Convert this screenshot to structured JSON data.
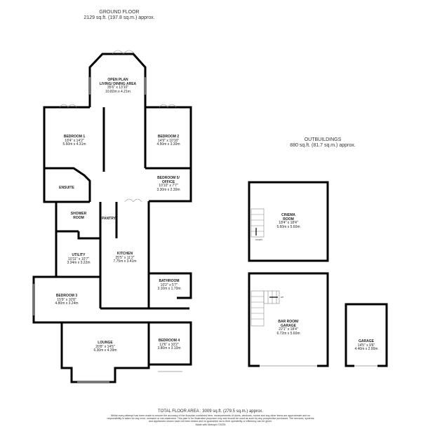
{
  "ground_floor": {
    "title": "GROUND FLOOR",
    "area": "2129 sq.ft. (197.8 sq.m.) approx."
  },
  "outbuildings": {
    "title": "OUTBUILDINGS",
    "area": "880 sq.ft. (81.7 sq.m.) approx."
  },
  "rooms": [
    {
      "name": "OPEN PLAN",
      "name2": "LIVING/ DINING AREA",
      "imperial": "35'6\" x 13'10\"",
      "metric": "10.82m x 4.21m"
    },
    {
      "name": "BEDROOM 1",
      "name2": "",
      "imperial": "18'4\" x 14'2\"",
      "metric": "5.60m x 4.31m"
    },
    {
      "name": "BEDROOM 2",
      "name2": "",
      "imperial": "14'9\" x 10'10\"",
      "metric": "4.50m x 3.30m"
    },
    {
      "name": "ENSUITE",
      "name2": "",
      "imperial": "",
      "metric": ""
    },
    {
      "name": "BEDROOM 5/",
      "name2": "OFFICE",
      "imperial": "10'10\" x 7'7\"",
      "metric": "3.30m x 2.30m"
    },
    {
      "name": "SHOWER",
      "name2": "ROOM",
      "imperial": "",
      "metric": ""
    },
    {
      "name": "PANTRY",
      "name2": "",
      "imperial": "",
      "metric": ""
    },
    {
      "name": "UTILITY",
      "name2": "",
      "imperial": "10'11\" x 10'7\"",
      "metric": "3.34m x 3.22m"
    },
    {
      "name": "KITCHEN",
      "name2": "",
      "imperial": "25'5\" x 11'2\"",
      "metric": "7.75m x 3.41m"
    },
    {
      "name": "BATHROOM",
      "name2": "",
      "imperial": "10'2\" x 5'7\"",
      "metric": "3.10m x 1.70m"
    },
    {
      "name": "BEDROOM 3",
      "name2": "",
      "imperial": "15'9\" x 10'8\"",
      "metric": "4.80m x 3.24m"
    },
    {
      "name": "LOUNGE",
      "name2": "",
      "imperial": "20'8\" x 14'5\"",
      "metric": "6.30m x 4.39m"
    },
    {
      "name": "BEDROOM 4",
      "name2": "",
      "imperial": "12'6\" x 10'2\"",
      "metric": "3.80m x 3.10m"
    },
    {
      "name": "CINEMA",
      "name2": "ROOM",
      "imperial": "18'4\" x 18'4\"",
      "metric": "5.60m x 5.60m"
    },
    {
      "name": "BAR ROOM/",
      "name2": "GARAGE",
      "imperial": "22'1\" x 18'4\"",
      "metric": "6.72m x 5.60m"
    },
    {
      "name": "GARAGE",
      "name2": "",
      "imperial": "14'5\" x 9'6\"",
      "metric": "4.40m x 2.90m"
    }
  ],
  "stair_labels": {
    "down": "DOWN",
    "up": "UP"
  },
  "footer": {
    "total": "TOTAL FLOOR AREA : 3009 sq.ft. (279.5 sq.m.) approx.",
    "disclaimer": "Whilst every attempt has been made to ensure the accuracy of the floorplan contained here, measurements of doors, windows, rooms and any other items are approximate and no responsibility is taken for any error, omission or mis-statement. This plan is for illustrative purposes only and should be used as such by any prospective purchaser. The services, systems and appliances shown have not been tested and no guarantee as to their operability or efficiency can be given.",
    "credit": "Made with Metropix ©2025"
  },
  "colors": {
    "wall": "#000000",
    "window": "#bbbbbb"
  }
}
